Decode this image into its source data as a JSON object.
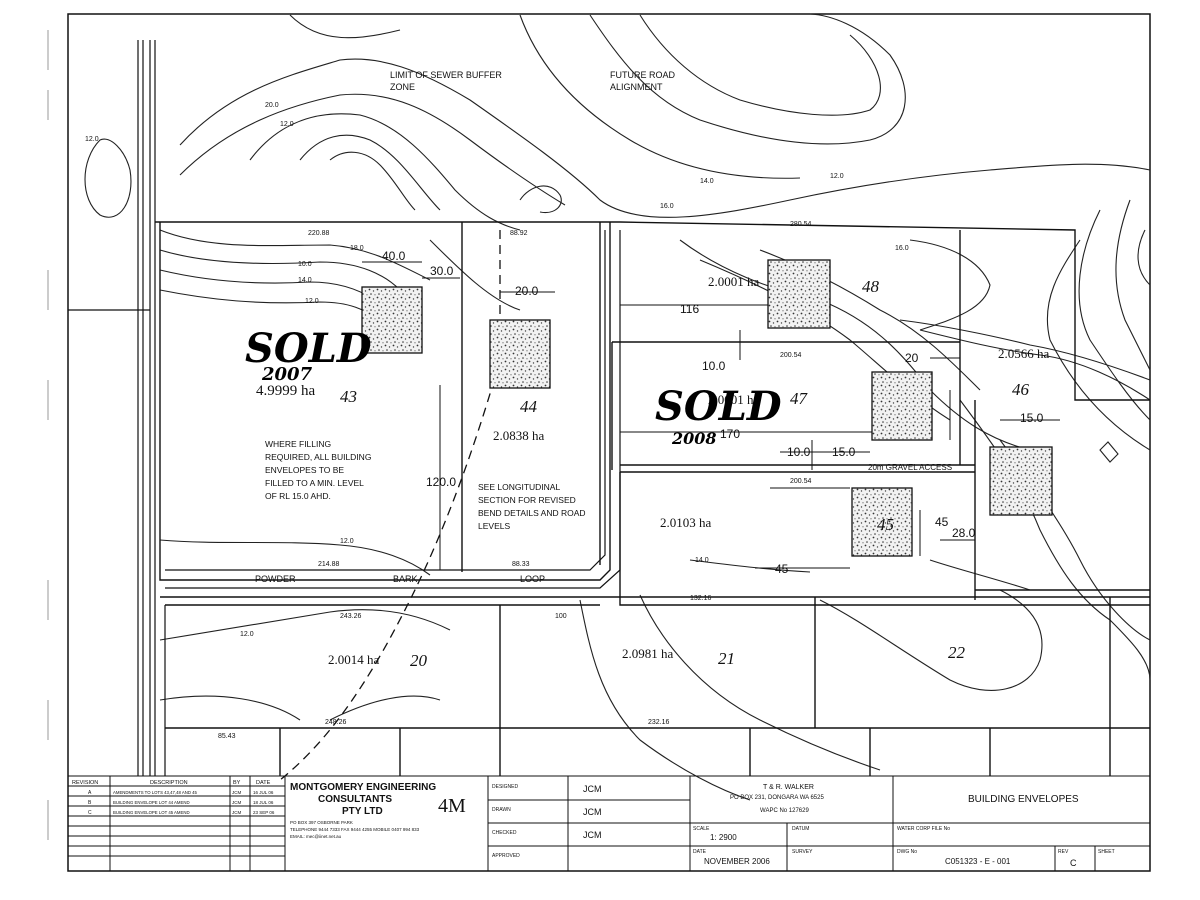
{
  "annotations": {
    "sewer_buffer": [
      "LIMIT OF SEWER BUFFER",
      "ZONE"
    ],
    "future_road": [
      "FUTURE ROAD",
      "ALIGNMENT"
    ],
    "filling_note": [
      "WHERE FILLING",
      "REQUIRED, ALL BUILDING",
      "ENVELOPES TO BE",
      "FILLED TO A MIN. LEVEL",
      "OF RL 15.0 AHD."
    ],
    "longitudinal_note": [
      "SEE LONGITUDINAL",
      "SECTION FOR REVISED",
      "BEND DETAILS AND ROAD",
      "LEVELS"
    ],
    "road_name": [
      "POWDER",
      "BARK",
      "LOOP"
    ],
    "gravel_access": "20m GRAVEL ACCESS"
  },
  "handwritten": {
    "sold_1": "SOLD",
    "sold_1_sub": "2007",
    "sold_2": "SOLD",
    "sold_2_sub": "2008",
    "sign": "4M"
  },
  "lots": [
    {
      "id": "43",
      "area": "4.9999 ha"
    },
    {
      "id": "44",
      "area": "2.0838 ha"
    },
    {
      "id": "47",
      "area": "2.0001 ha"
    },
    {
      "id": "48",
      "area": "2.0001 ha"
    },
    {
      "id": "46",
      "area": "2.0566 ha"
    },
    {
      "id": "45",
      "area": "2.0103 ha"
    },
    {
      "id": "20",
      "area": "2.0014 ha"
    },
    {
      "id": "21",
      "area": "2.0981 ha"
    },
    {
      "id": "22",
      "area": ""
    }
  ],
  "dimensions": {
    "d40": "40.0",
    "d30": "30.0",
    "d20": "20.0",
    "d120": "120.0",
    "d116": "116",
    "d10a": "10.0",
    "d20b": "20",
    "d15a": "15.0",
    "d170": "170",
    "d10b": "10.0",
    "d15b": "15.0",
    "d45a": "45",
    "d45b": "45",
    "d28": "28.0",
    "b1": "220.88",
    "b2": "88.92",
    "b3": "280.54",
    "b4": "200.54",
    "b5": "214.88",
    "b6": "88.33",
    "b7": "200.54",
    "b8": "132.16",
    "b9": "243.26",
    "b10": "232.16",
    "b11": "248.26",
    "b12": "85.43",
    "b13": "100"
  },
  "contours": [
    "20.0",
    "12.0",
    "14.0",
    "16.0",
    "18.0",
    "10.0",
    "12.0",
    "14.0",
    "12.0",
    "16.0",
    "14.0",
    "12.0",
    "12.0",
    "12.0"
  ],
  "title_block": {
    "revision_header": [
      "REVISION",
      "DESCRIPTION",
      "BY",
      "DATE"
    ],
    "revisions": [
      {
        "rev": "A",
        "desc": "AMENDMENTS TO LOTS 43,47,48 AND 45",
        "by": "JCM",
        "date": "16 JUL 06"
      },
      {
        "rev": "B",
        "desc": "BUILDING ENVELOPE LOT 44 AMEND",
        "by": "JCM",
        "date": "18 JUL 06"
      },
      {
        "rev": "C",
        "desc": "BUILDING ENVELOPE LOT 45 AMEND",
        "by": "JCM",
        "date": "23 SEP 06"
      }
    ],
    "company": [
      "MONTGOMERY ENGINEERING",
      "CONSULTANTS",
      "PTY LTD"
    ],
    "company_contact": [
      "PO BOX 397 OSBORNE PARK",
      "TELEPHONE 9444 7333 FAX 9444 4255 MOBILE 0407 994 833",
      "EMAIL: mec@iinet.net.au"
    ],
    "designed_label": "DESIGNED",
    "designed": "JCM",
    "drawn_label": "DRAWN",
    "drawn": "JCM",
    "checked_label": "CHECKED",
    "checked": "JCM",
    "approved_label": "APPROVED",
    "client": [
      "T & R. WALKER",
      "PO BOX 231, DONGARA WA 6525",
      "WAPC No 127629"
    ],
    "scale_label": "SCALE",
    "scale": "1: 2900",
    "datum_label": "DATUM",
    "date_label": "DATE",
    "date": "NOVEMBER 2006",
    "survey_label": "SURVEY",
    "title": "BUILDING ENVELOPES",
    "file_label": "WATER CORP FILE No",
    "dwg_label": "DWG No",
    "dwg": "C051323 - E - 001",
    "rev_label": "REV",
    "rev": "C",
    "sheet_label": "SHEET"
  }
}
